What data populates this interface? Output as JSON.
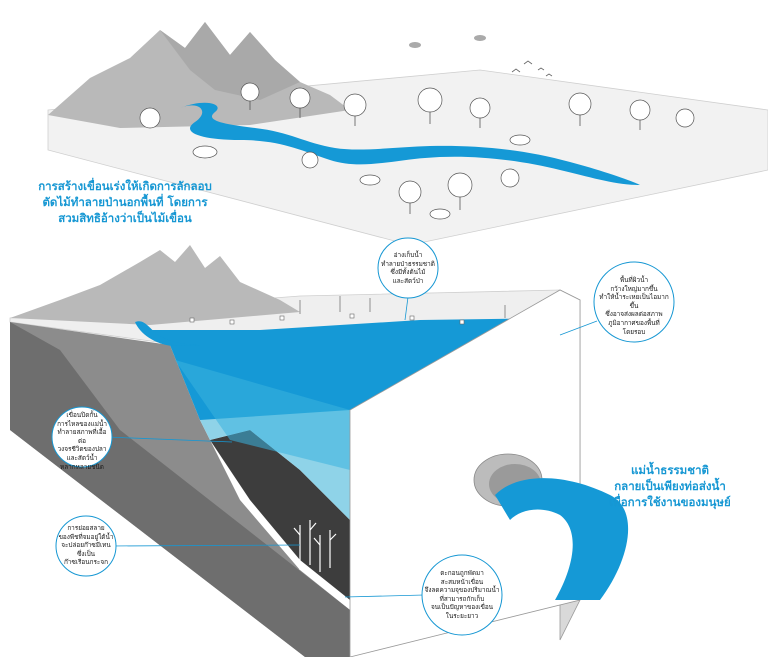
{
  "colors": {
    "water": "#1599d6",
    "water_light": "#8fd3e8",
    "mountain": "#b9b9b9",
    "ground_top": "#eeeeee",
    "soil_dark": "#3d3d3d",
    "soil_mid": "#8c8c8c",
    "caption": "#1697d3",
    "callout_border": "#1697d3"
  },
  "captions": {
    "top_left": "การสร้างเขื่อนเร่งให้เกิดการลักลอบ\nตัดไม้ทำลายป่านอกพื้นที่ โดยการ\nสวมสิทธิอ้างว่าเป็นไม้เขื่อน",
    "right": "แม่น้ำธรรมชาติ\nกลายเป็นเพียงท่อส่งน้ำ\nเพื่อการใช้งานของมนุษย์"
  },
  "callouts": {
    "reservoir": "อ่างเก็บน้ำ\nทำลายป่าธรรมชาติ\nซึ่งมีทั้งต้นไม้\nและสัตว์ป่า",
    "surface": "พื้นที่ผิวน้ำ\nกว้างใหญ่มากขึ้น\nทำให้น้ำระเหยเป็นไอมากขึ้น\nซึ่งอาจส่งผลต่อสภาพ\nภูมิอากาศของพื้นที่\nโดยรอบ",
    "dam_block": "เขื่อนปิดกั้น\nการไหลของแม่น้ำ\nทำลายสภาพที่เอื้อต่อ\nวงจรชีวิตของปลา\nและสัตว์น้ำ\nหลากหลายชนิด",
    "decay": "การย่อยสลาย\nของพืชที่จมอยู่ใต้น้ำ\nจะปล่อยก๊าซมีเทน\nซึ่งเป็น\nก๊าซเรือนกระจก",
    "sediment": "ตะกอนถูกพัดมา\nสะสมหน้าเขื่อน\nจึงลดความจุของปริมาณน้ำ\nที่สามารถกักเก็บ\nจนเป็นปัญหาของเขื่อน\nในระยะยาว"
  }
}
